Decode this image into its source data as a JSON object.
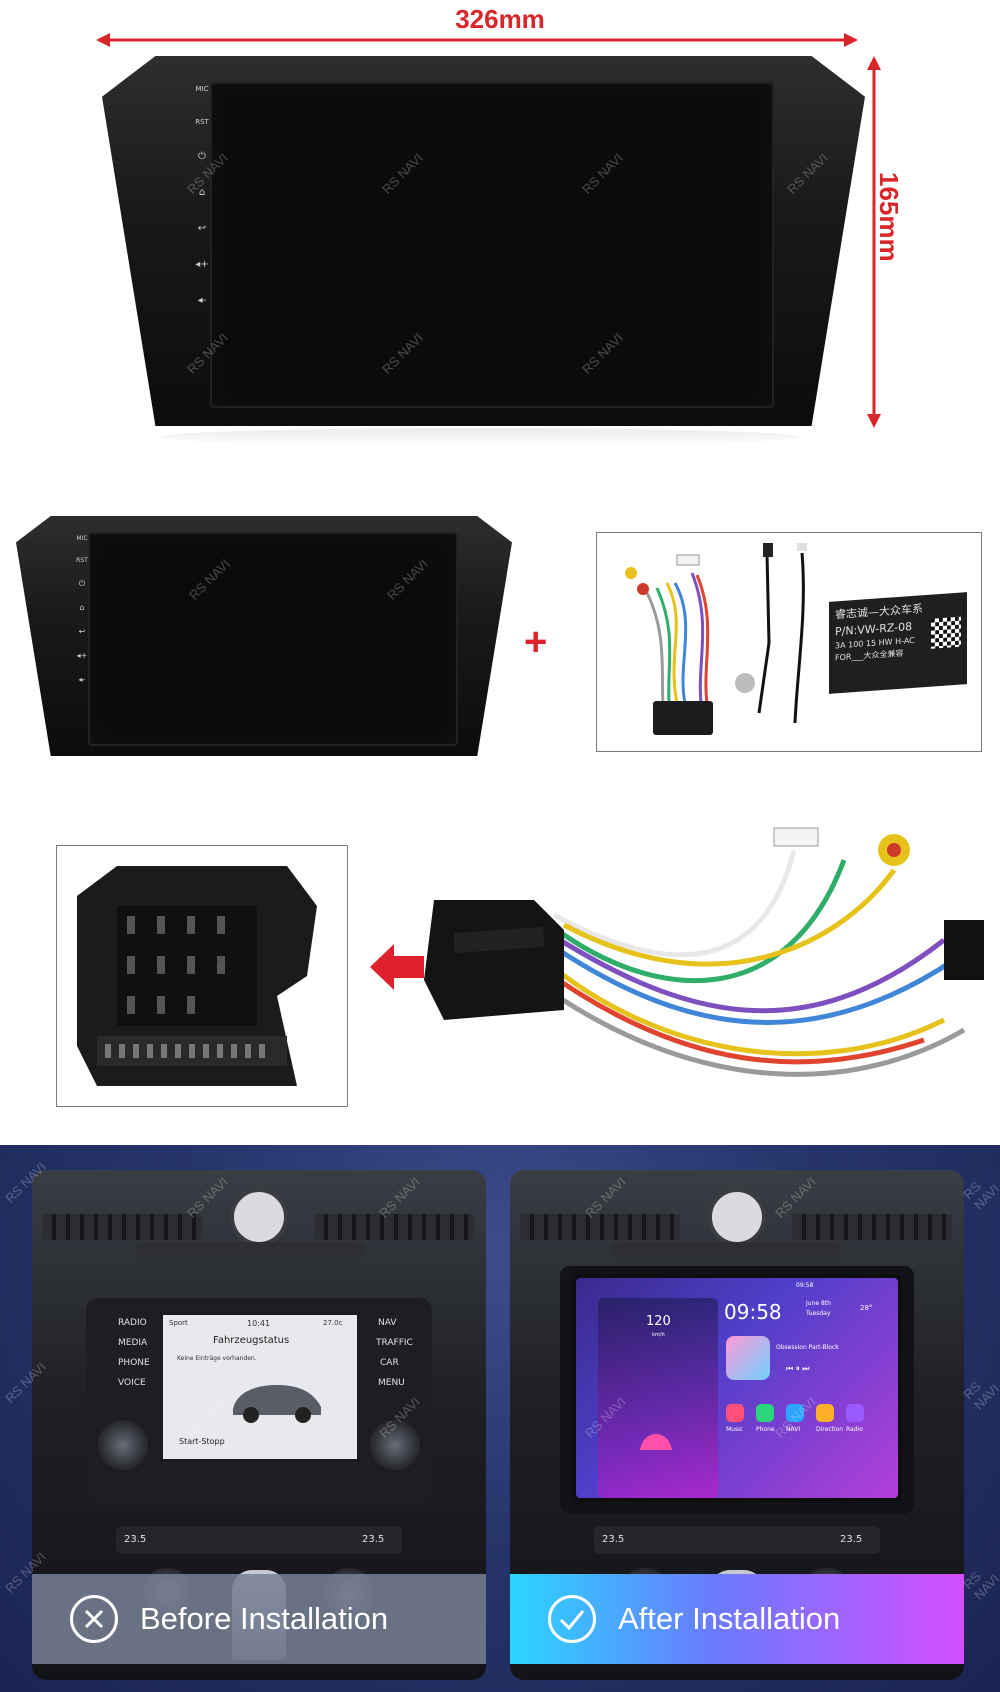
{
  "dimensions": {
    "width_label": "326mm",
    "height_label": "165mm"
  },
  "brand_watermark": "RS NAVI",
  "unit_buttons": [
    "MIC",
    "RST",
    "⏻",
    "⌂",
    "↩",
    "◂+",
    "◂-"
  ],
  "plus_sign": "+",
  "module_label": {
    "line1": "睿志诚—大众车系",
    "line2": "P/N:VW-RZ-08",
    "line3": "3A 100 15 HW H-AC",
    "line4": "FOR___大众全兼容"
  },
  "before_screen": {
    "left_buttons": [
      "RADIO",
      "MEDIA",
      "PHONE",
      "VOICE"
    ],
    "right_buttons": [
      "NAV",
      "TRAFFIC",
      "CAR",
      "MENU"
    ],
    "status_left": "Sport",
    "time": "10:41",
    "temp": "27.0c",
    "title": "Fahrzeugstatus",
    "message": "Keine Einträge vorhanden.",
    "footer": "Start-Stopp",
    "climate_left": "23.5",
    "climate_right": "23.5"
  },
  "after_screen": {
    "status_time": "09:58",
    "clock": "09:58",
    "date": "June 8th",
    "weekday": "Tuesday",
    "temp": "28°",
    "speed": "120",
    "speed_unit": "km/h",
    "track": "Obsession Part-Block",
    "apps": [
      "Music",
      "Phone",
      "NAVI",
      "Direction",
      "Radio"
    ],
    "climate_left": "23.5",
    "climate_right": "23.5"
  },
  "captions": {
    "before": "Before Installation",
    "after": "After Installation"
  },
  "colors": {
    "accent_red": "#d8262b",
    "panel_blue": "#26356b",
    "after_gradient_start": "#2ad6ff",
    "after_gradient_end": "#d44dff"
  }
}
